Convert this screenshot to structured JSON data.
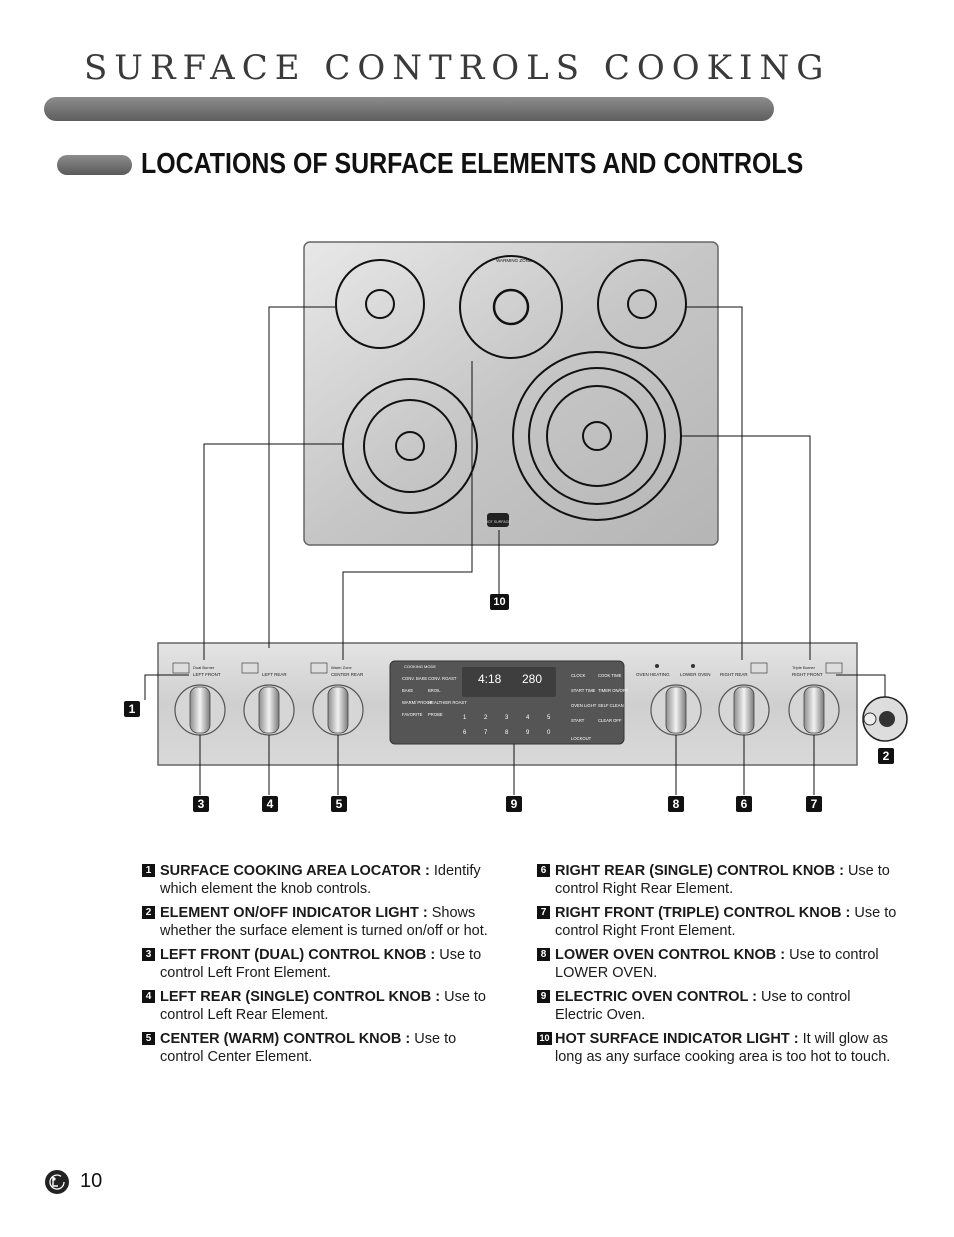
{
  "page": {
    "title": "SURFACE CONTROLS COOKING",
    "subtitle": "LOCATIONS OF SURFACE ELEMENTS AND CONTROLS",
    "page_number": "10"
  },
  "cooktop": {
    "warming_zone_label": "WARMING ZONE",
    "hot_surface_label": "HOT SURFACE"
  },
  "panel": {
    "knob_left_front": "LEFT FRONT",
    "knob_left_front_top": "Dual Burner",
    "knob_left_rear": "LEFT REAR",
    "knob_center_rear": "CENTER REAR",
    "knob_center_rear_top": "Warm Zone",
    "knob_right_rear": "RIGHT REAR",
    "knob_right_front": "RIGHT FRONT",
    "knob_right_front_top": "Triple Burner",
    "oven_heating": "OVEN HEATING",
    "lower_oven": "LOWER OVEN",
    "cooking_mode": "COOKING MODE",
    "clock_display": "4:18",
    "temp_display": "280",
    "keys": [
      "CONV. BAKE",
      "CONV. ROAST",
      "BAKE",
      "BROIL",
      "WARM/ PROOF",
      "HEALTHIER ROAST",
      "FAVORITE",
      "PROBE"
    ],
    "right_keys": [
      "CLOCK",
      "COOK TIME",
      "START TIME",
      "TIMER ON/OFF",
      "OVEN LIGHT",
      "SELF CLEAN",
      "START",
      "CLEAR OFF",
      "LOCKOUT"
    ],
    "digits_row1": [
      "1",
      "2",
      "3",
      "4",
      "5"
    ],
    "digits_row2": [
      "6",
      "7",
      "8",
      "9",
      "0"
    ]
  },
  "callouts": [
    "1",
    "2",
    "3",
    "4",
    "5",
    "6",
    "7",
    "8",
    "9",
    "10"
  ],
  "legend": {
    "left": [
      {
        "num": "1",
        "label": "SURFACE COOKING AREA LOCATOR :",
        "desc": " Identify which element the knob controls."
      },
      {
        "num": "2",
        "label": "ELEMENT ON/OFF INDICATOR LIGHT :",
        "desc": " Shows whether the surface element is turned on/off or hot."
      },
      {
        "num": "3",
        "label": "LEFT FRONT (DUAL) CONTROL KNOB :",
        "desc": " Use to control Left Front Element."
      },
      {
        "num": "4",
        "label": "LEFT REAR (SINGLE) CONTROL KNOB :",
        "desc": " Use to control Left Rear Element."
      },
      {
        "num": "5",
        "label": "CENTER (WARM) CONTROL KNOB :",
        "desc": " Use to control Center Element."
      }
    ],
    "right": [
      {
        "num": "6",
        "label": "RIGHT REAR (SINGLE) CONTROL KNOB :",
        "desc": " Use to control Right Rear Element."
      },
      {
        "num": "7",
        "label": "RIGHT FRONT (TRIPLE) CONTROL KNOB :",
        "desc": " Use to control Right Front Element."
      },
      {
        "num": "8",
        "label": "LOWER OVEN CONTROL KNOB :",
        "desc": " Use to control LOWER OVEN."
      },
      {
        "num": "9",
        "label": "ELECTRIC OVEN CONTROL :",
        "desc": " Use to control Electric Oven."
      },
      {
        "num": "10",
        "label": "HOT SURFACE INDICATOR LIGHT :",
        "desc": " It will glow as long as any surface cooking area is too hot to touch."
      }
    ]
  }
}
